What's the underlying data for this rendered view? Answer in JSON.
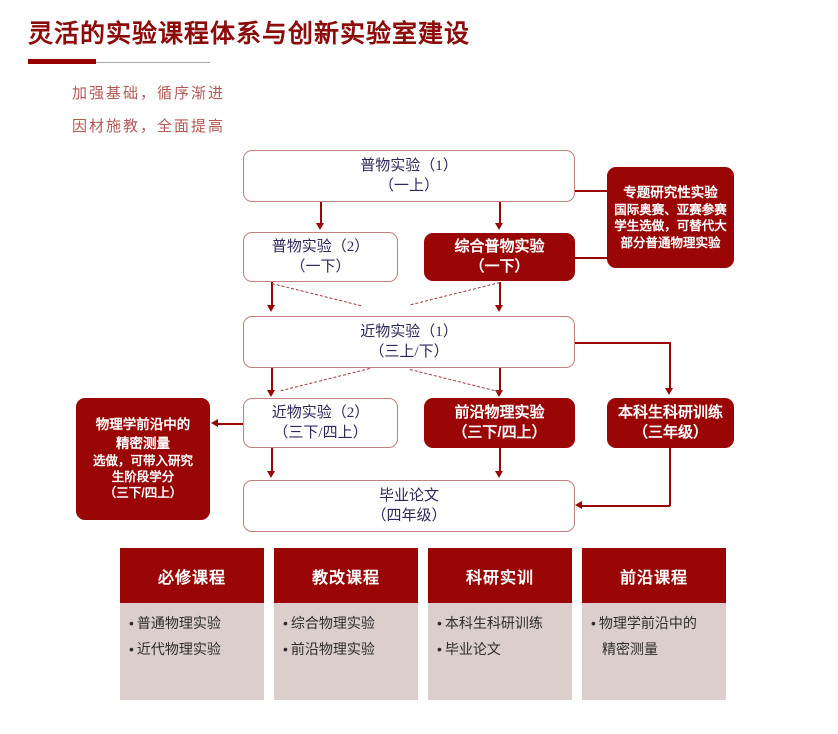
{
  "header": {
    "title": "灵活的实验课程体系与创新实验室建设",
    "subtitle_line1": "加强基础，循序渐进",
    "subtitle_line2": "因材施教，全面提高"
  },
  "colors": {
    "accent_red": "#9A0606",
    "title_red": "#8C0B0B",
    "panel_pink": "#DDCECE",
    "box_border": "#C08080",
    "box_text": "#2a2a5a",
    "subtitle_text": "#B35A55"
  },
  "flow": {
    "pw1": {
      "line1": "普物实验（1）",
      "line2": "（一上）"
    },
    "pw2": {
      "line1": "普物实验（2）",
      "line2": "（一下）"
    },
    "zh": {
      "line1": "综合普物实验",
      "line2": "（一下）"
    },
    "spec": {
      "line1": "专题研究性实验",
      "line2": "国际奥赛、亚赛参赛",
      "line3": "学生选做，可替代大",
      "line4": "部分普通物理实验"
    },
    "jw1": {
      "line1": "近物实验（1）",
      "line2": "（三上/下）"
    },
    "jw2": {
      "line1": "近物实验（2）",
      "line2": "（三下/四上）"
    },
    "qy": {
      "line1": "前沿物理实验",
      "line2": "（三下/四上）"
    },
    "bk": {
      "line1": "本科生科研训练",
      "line2": "（三年级）"
    },
    "left": {
      "line1": "物理学前沿中的",
      "line2": "精密测量",
      "line3": "选做，可带入研究",
      "line4": "生阶段学分",
      "line5": "（三下/四上）"
    },
    "by": {
      "line1": "毕业论文",
      "line2": "（四年级）"
    }
  },
  "columns": [
    {
      "title": "必修课程",
      "items": [
        "普通物理实验",
        "近代物理实验"
      ]
    },
    {
      "title": "教改课程",
      "items": [
        "综合物理实验",
        "前沿物理实验"
      ]
    },
    {
      "title": "科研实训",
      "items": [
        "本科生科研训练",
        "毕业论文"
      ]
    },
    {
      "title": "前沿课程",
      "items": [
        "物理学前沿中的",
        "精密测量"
      ]
    }
  ],
  "bullet": "•"
}
